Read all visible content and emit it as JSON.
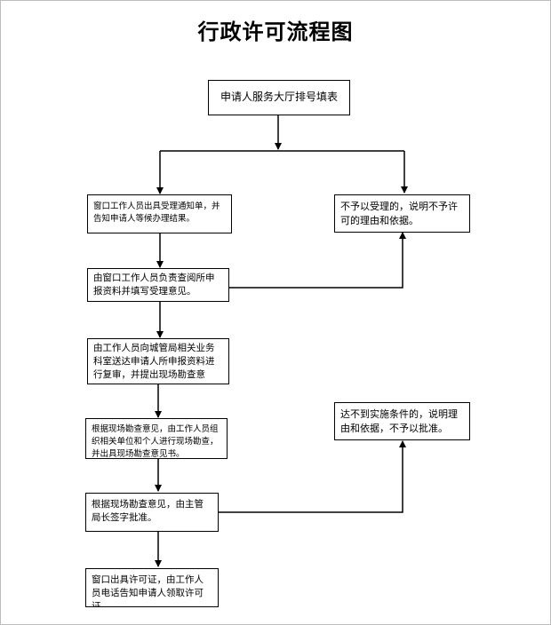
{
  "title": "行政许可流程图",
  "boxes": {
    "start": "申请人服务大厅排号填表",
    "accept_notice": "窗口工作人员出具受理通知单，并告知申请人等候办理结果。",
    "reject": "不予以受理的，说明不予许可的理由和依据。",
    "review": "由窗口工作人员负责查阅所申报资料并填写受理意见。",
    "submit_dept": "由工作人员向城管局相关业务科室送达申请人所申报资料进行复审，并提出现场勘查意见。",
    "site_inspection": "根据现场勘查意见，由工作人员组织相关单位和个人进行现场勘查，并出具现场勘查意见书。",
    "no_conditions": "达不到实施条件的，说明理由和依据，不予以批准。",
    "approval": "根据现场勘查意见，由主管局长签字批准。",
    "issue_permit": "窗口出具许可证，由工作人员电话告知申请人领取许可证。"
  }
}
